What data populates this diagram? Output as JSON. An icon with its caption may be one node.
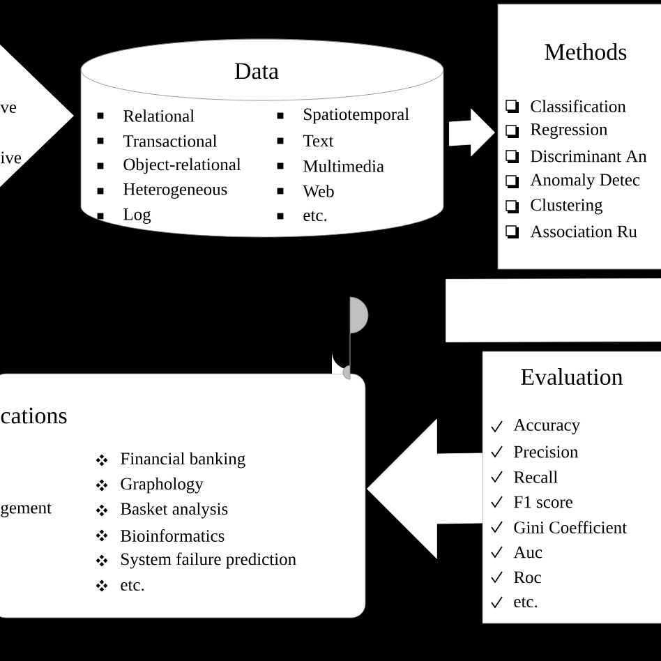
{
  "diagram": {
    "nodes": [
      {
        "text": [
          "ve",
          "ive"
        ]
      },
      {
        "text": [
          "Data",
          "Relational",
          "Transactional",
          "Object-relational",
          "Heterogeneous",
          "Log",
          "Spatiotemporal",
          "Text",
          "Multimedia",
          "Web",
          "etc."
        ]
      },
      {
        "text": [
          "Methods",
          "Classification",
          "Regression",
          "Discriminant An",
          "Anomaly Detec",
          "Clustering",
          "Association Ru"
        ]
      },
      {
        "text": [
          "Evaluation",
          "Accuracy",
          "Precision",
          "Recall",
          "F1 score",
          "Gini Coefficient",
          "Auc",
          "Roc",
          "etc."
        ]
      },
      {
        "text": [
          "cations",
          "gement",
          "Financial banking",
          "Graphology",
          "Basket analysis",
          "Bioinformatics",
          "System failure prediction",
          "etc."
        ]
      }
    ],
    "edges": [
      {
        "from": 1,
        "to": 2,
        "arrow": "to"
      },
      {
        "from": 2,
        "to": 3,
        "arrow": "none"
      },
      {
        "from": 3,
        "to": 4,
        "arrow": "to"
      }
    ]
  }
}
